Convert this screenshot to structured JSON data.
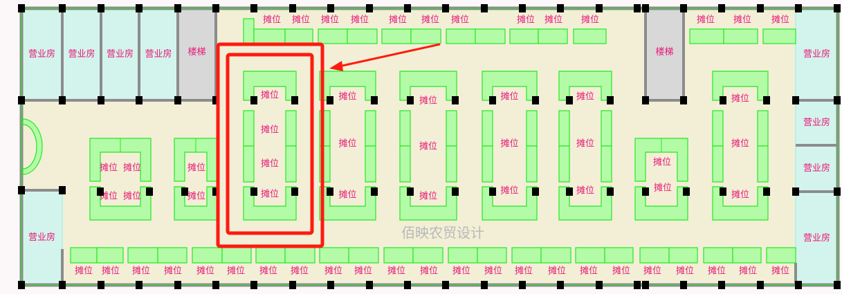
{
  "labels": {
    "shop": "营业房",
    "stair": "楼梯",
    "stall": "摊位",
    "watermark": "佰映农贸设计"
  },
  "colors": {
    "floor": "#f2efd6",
    "shop": "#d3f4ec",
    "stair": "#d8d8d8",
    "stall_fill": "#b4fba8",
    "stall_stroke": "#22e822",
    "wall": "#8c8c8c",
    "label": "#e8197a",
    "highlight": "#ff1a10"
  }
}
